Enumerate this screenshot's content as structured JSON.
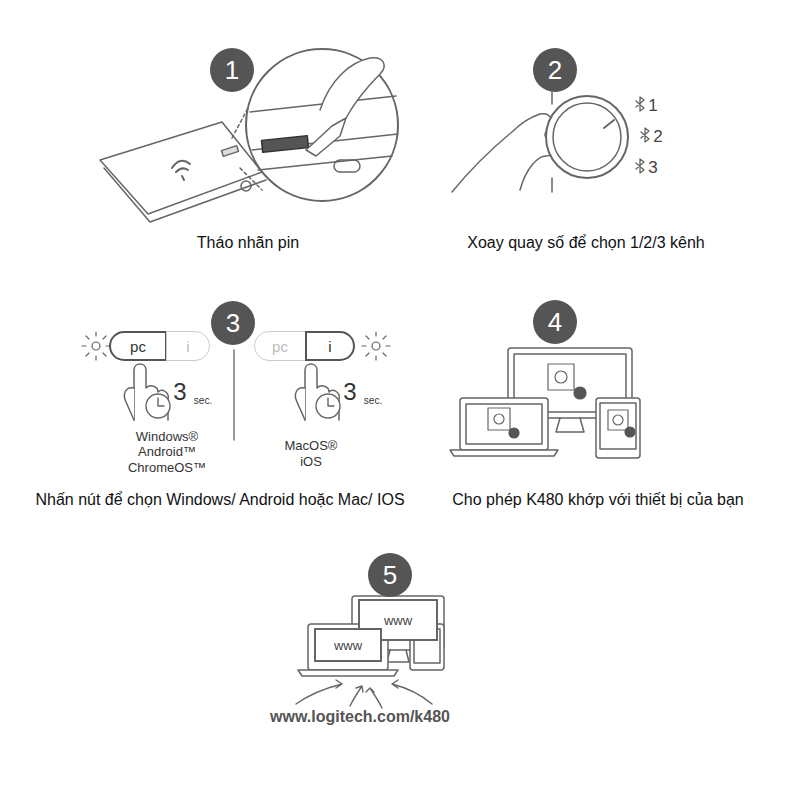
{
  "diagram": {
    "nodes": [
      {
        "text": [
          "1"
        ]
      },
      {
        "text": [
          "2"
        ]
      },
      {
        "text": [
          "pc"
        ]
      },
      {
        "text": [
          "i"
        ]
      },
      {
        "text": [
          "3"
        ]
      },
      {
        "text": [
          "pc"
        ]
      },
      {
        "text": [
          "i"
        ]
      },
      {
        "text": [
          "4"
        ]
      },
      {
        "text": [
          "5"
        ]
      },
      {
        "text": [
          "www"
        ]
      },
      {
        "text": [
          "www"
        ]
      }
    ],
    "labels": [
      "Tháo nhãn pin",
      "1",
      "2",
      "3",
      "Xoay quay số để chọn 1/2/3 kênh",
      "3",
      "sec.",
      "Windows® Android™ ChromeOS™",
      "3",
      "sec.",
      "MacOS® iOS",
      "Nhấn nút để chọn Windows/ Android hoặc Mac/ IOS",
      "Cho phép K480 khớp với thiết bị của bạn",
      "www.logitech.com/k480"
    ]
  }
}
